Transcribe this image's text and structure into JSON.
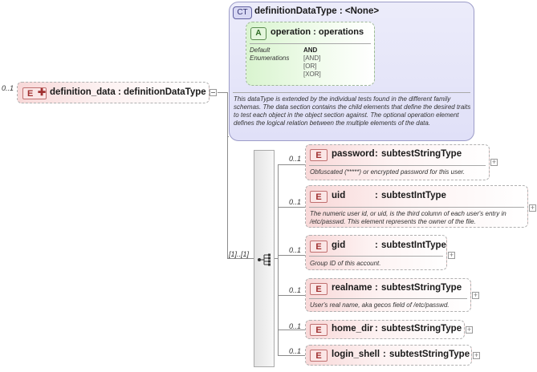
{
  "root": {
    "multiplicity": "0..1",
    "tag": "E",
    "title": "definition_data : definitionDataType"
  },
  "complex_type": {
    "tag": "CT",
    "title": "definitionDataType : <None>",
    "attribute": {
      "tag": "A",
      "title": "operation : operations",
      "default_label": "Default",
      "enumerations_label": "Enumerations",
      "default_value": "AND",
      "enumerations": [
        "[AND]",
        "[OR]",
        "[XOR]"
      ]
    },
    "doc": "This dataType is extended by the individual tests found in the different family schemas.  The data section contains the child elements that define the desired traits to test each object in the object section against.  The optional operation element defines the logical relation between the multiple elements of the data."
  },
  "sequence": {
    "multiplicity": "[1]..[1]"
  },
  "children": [
    {
      "multiplicity": "0..1",
      "tag": "E",
      "name": "password",
      "type": "subtestStringType",
      "doc": "Obfuscated (*****) or encrypted password for this user."
    },
    {
      "multiplicity": "0..1",
      "tag": "E",
      "name": "uid",
      "type": "subtestIntType",
      "doc": "The numeric user id, or uid, is the third column of each user's entry in /etc/passwd.  This element represents the owner of the file."
    },
    {
      "multiplicity": "0..1",
      "tag": "E",
      "name": "gid",
      "type": "subtestIntType",
      "doc": "Group ID of this account."
    },
    {
      "multiplicity": "0..1",
      "tag": "E",
      "name": "realname",
      "type": "subtestStringType",
      "doc": "User's real name, aka gecos field of /etc/passwd."
    },
    {
      "multiplicity": "0..1",
      "tag": "E",
      "name": "home_dir",
      "type": "subtestStringType",
      "doc": ""
    },
    {
      "multiplicity": "0..1",
      "tag": "E",
      "name": "login_shell",
      "type": "subtestStringType",
      "doc": ""
    }
  ]
}
